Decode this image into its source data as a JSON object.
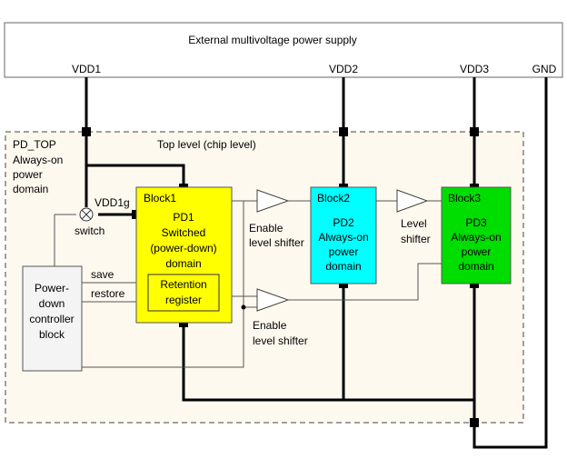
{
  "supply": {
    "title": "External multivoltage power supply",
    "vdd1": "VDD1",
    "vdd2": "VDD2",
    "vdd3": "VDD3",
    "gnd": "GND"
  },
  "pd_top": {
    "name": "PD_TOP",
    "line2": "Always-on",
    "line3": "power",
    "line4": "domain",
    "top_level": "Top level (chip level)"
  },
  "switch": {
    "label": "switch",
    "vdd1g": "VDD1g"
  },
  "block1": {
    "name": "Block1",
    "line1": "PD1",
    "line2": "Switched",
    "line3": "(power-down)",
    "line4": "domain",
    "retention_line1": "Retention",
    "retention_line2": "register"
  },
  "block2": {
    "name": "Block2",
    "line1": "PD2",
    "line2": "Always-on",
    "line3": "power",
    "line4": "domain"
  },
  "block3": {
    "name": "Block3",
    "line1": "PD3",
    "line2": "Always-on",
    "line3": "power",
    "line4": "domain"
  },
  "controller": {
    "line1": "Power-",
    "line2": "down",
    "line3": "controller",
    "line4": "block",
    "save": "save",
    "restore": "restore"
  },
  "shifters": {
    "enable_top_line1": "Enable",
    "enable_top_line2": "level shifter",
    "level_line1": "Level",
    "level_line2": "shifter",
    "enable_bottom_line1": "Enable",
    "enable_bottom_line2": "level shifter"
  },
  "colors": {
    "background": "#ffffff",
    "pd_top_fill": "#fdf9ef",
    "block1_fill": "#ffff00",
    "block2_fill": "#00ffff",
    "block3_fill": "#00dd00",
    "controller_fill": "#f4f4f4"
  }
}
